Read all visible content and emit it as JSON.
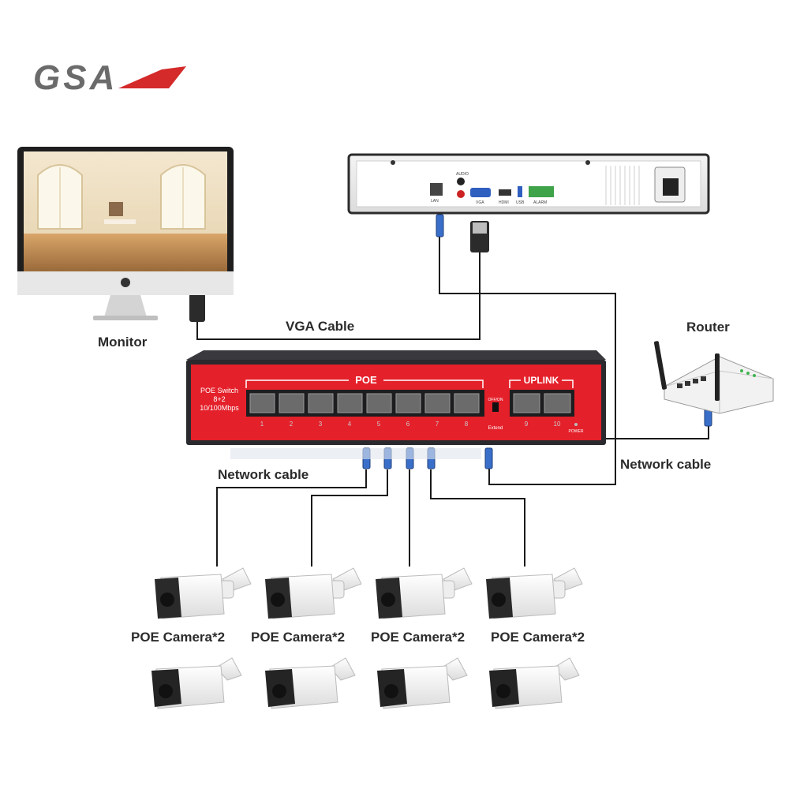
{
  "brand": {
    "logo_text": "GSA"
  },
  "devices": {
    "monitor": {
      "label": "Monitor"
    },
    "router": {
      "label": "Router"
    },
    "switch": {
      "poe_label": "POE",
      "uplink_label": "UPLINK",
      "model_lines": [
        "POE Switch",
        "8+2",
        "10/100Mbps"
      ],
      "port_numbers": [
        "1",
        "2",
        "3",
        "4",
        "5",
        "6",
        "7",
        "8"
      ],
      "uplink_numbers": [
        "9",
        "10"
      ],
      "extend_top": "OFF/ON",
      "extend_label": "Extend",
      "power_label": "POWER"
    },
    "nvr": {
      "port_labels": [
        "LAN",
        "AUDIO",
        "VGA",
        "HDMI",
        "USB",
        "ALARM"
      ]
    }
  },
  "cables": {
    "vga": "VGA Cable",
    "network_left": "Network cable",
    "network_right": "Network cable"
  },
  "cameras": [
    {
      "label": "POE Camera*2"
    },
    {
      "label": "POE Camera*2"
    },
    {
      "label": "POE Camera*2"
    },
    {
      "label": "POE Camera*2"
    }
  ],
  "colors": {
    "switch_red": "#e4202a",
    "switch_body": "#2a2a2e",
    "cable": "#1a1a1a",
    "connector_blue": "#3a6fc9",
    "logo_gray": "#6b6b6b",
    "logo_red": "#d42a2a"
  }
}
